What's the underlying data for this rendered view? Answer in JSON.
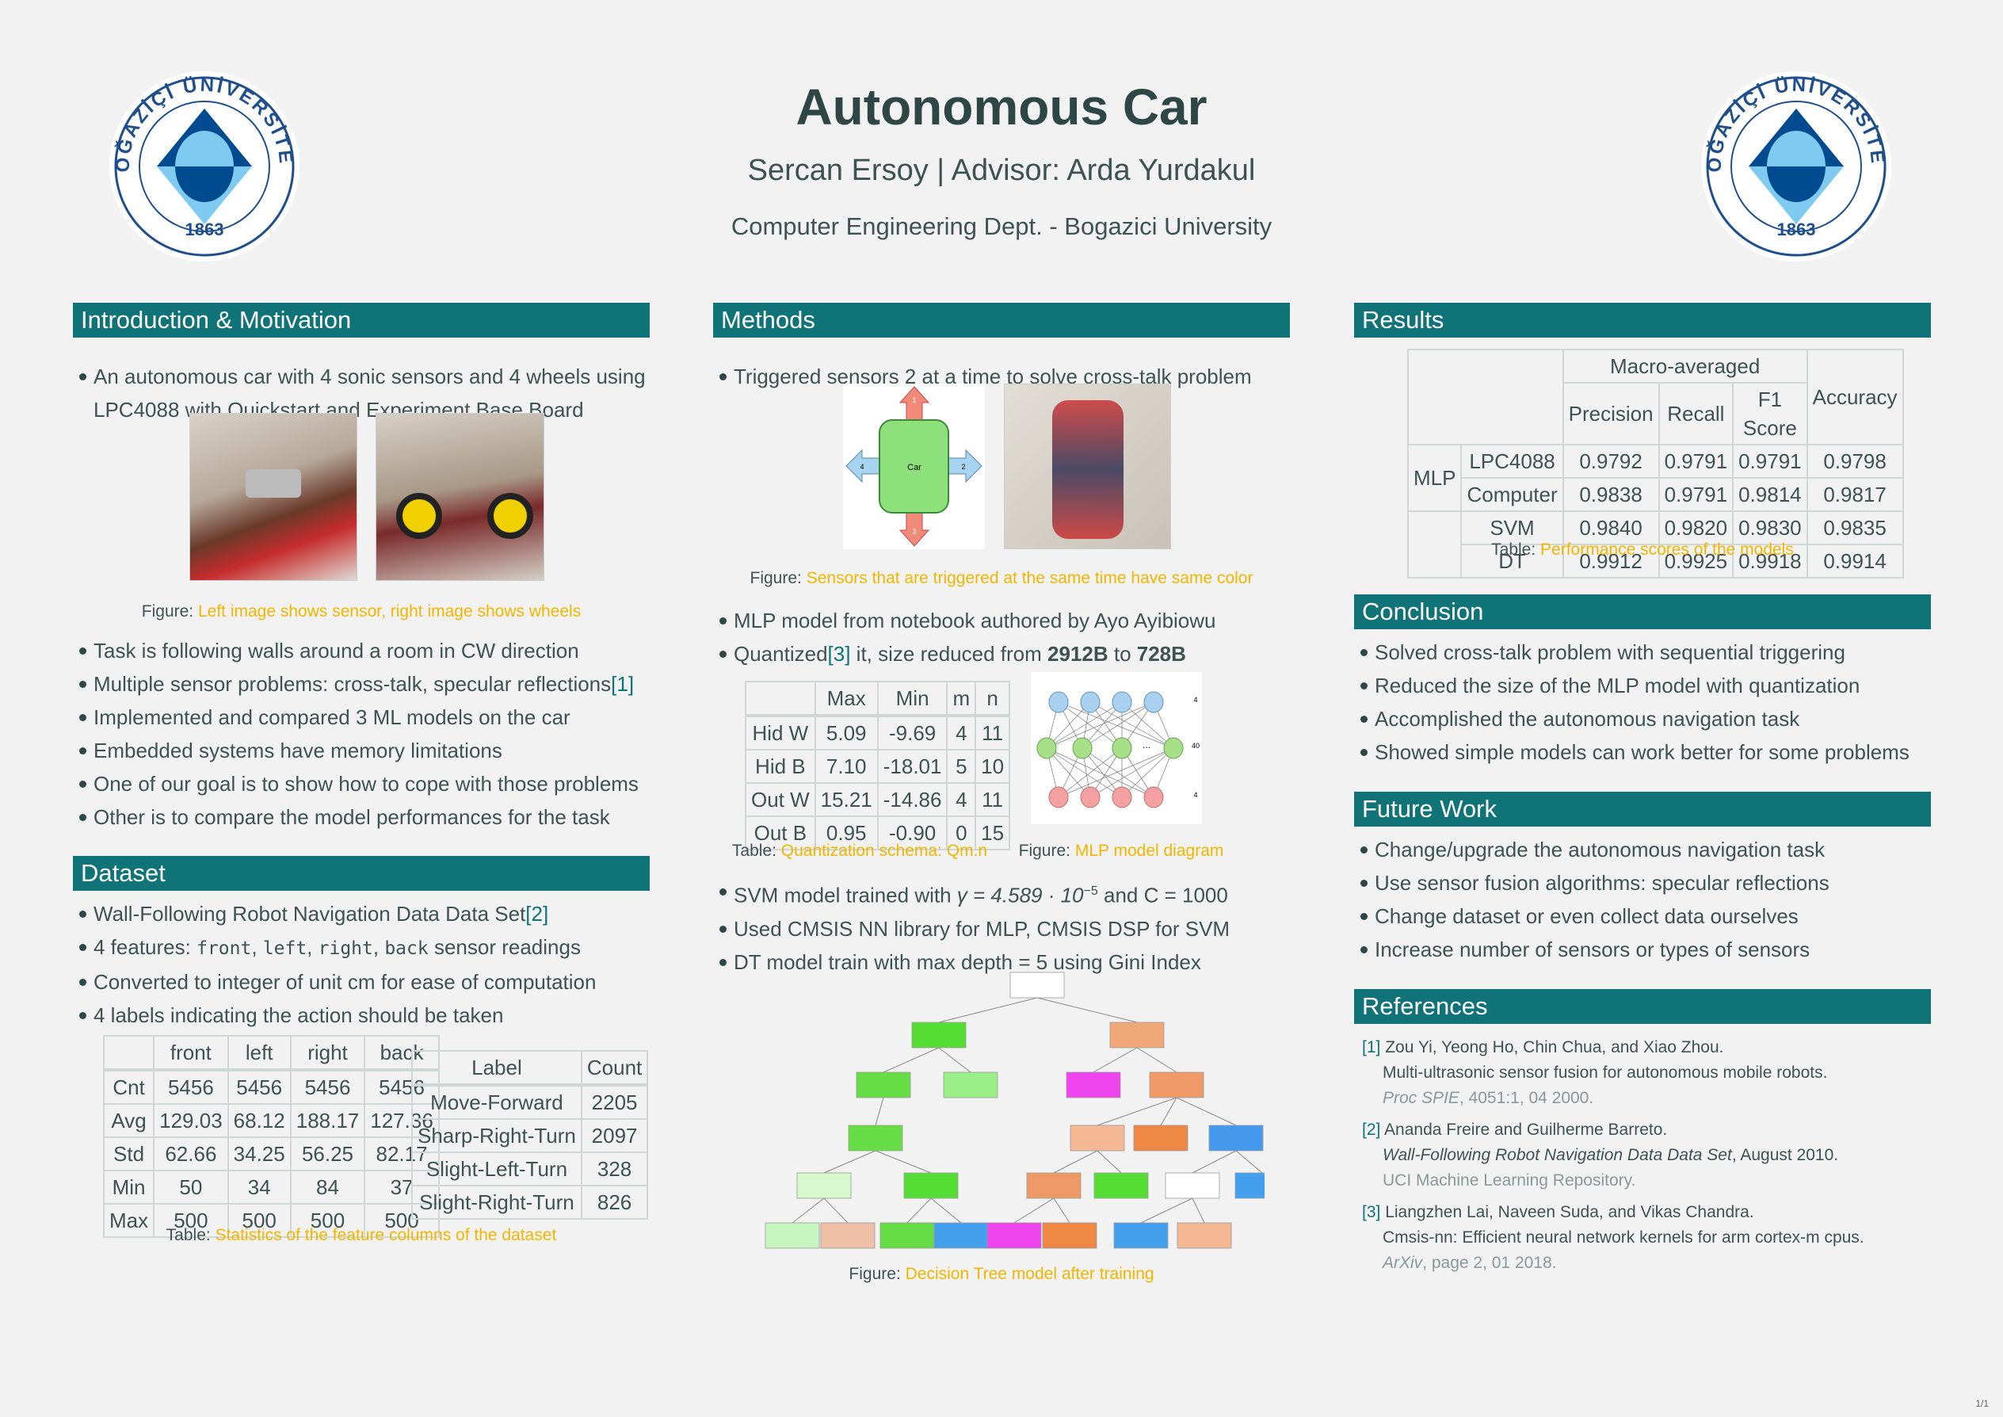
{
  "header": {
    "title": "Autonomous Car",
    "authors": "Sercan Ersoy | Advisor: Arda Yurdakul",
    "dept": "Computer Engineering Dept. - Bogazici University",
    "logo_text": "BOĞAZİÇİ ÜNİVERSİTESİ",
    "logo_year": "1863"
  },
  "intro": {
    "heading": "Introduction & Motivation",
    "b0": "An autonomous car with 4 sonic sensors and 4 wheels using LPC4088 with Quickstart and Experiment Base Board",
    "b1": "Task is following walls around a room in CW direction",
    "b2": "Multiple sensor problems: cross-talk, specular reflections",
    "b2_cite": "[1]",
    "b3": "Implemented and compared 3 ML models on the car",
    "b4": "Embedded systems have memory limitations",
    "b5": "One of our goal is to show how to cope with those problems",
    "b6": "Other is to compare the model performances for the task",
    "caption_prefix": "Figure:",
    "caption": "Left image shows sensor, right image shows wheels"
  },
  "dataset": {
    "heading": "Dataset",
    "b0": "Wall-Following Robot Navigation Data Data Set",
    "b0_cite": "[2]",
    "b1_pre": "4 features: ",
    "f1": "front",
    "f2": "left",
    "f3": "right",
    "f4": "back",
    "sep": ", ",
    "b1_post": " sensor readings",
    "b2": "Converted to integer of unit cm for ease of computation",
    "b3": "4 labels indicating the action should be taken",
    "stats": {
      "headers": [
        "",
        "front",
        "left",
        "right",
        "back"
      ],
      "rows": [
        [
          "Cnt",
          "5456",
          "5456",
          "5456",
          "5456"
        ],
        [
          "Avg",
          "129.03",
          "68.12",
          "188.17",
          "127.36"
        ],
        [
          "Std",
          "62.66",
          "34.25",
          "56.25",
          "82.17"
        ],
        [
          "Min",
          "50",
          "34",
          "84",
          "37"
        ],
        [
          "Max",
          "500",
          "500",
          "500",
          "500"
        ]
      ]
    },
    "labels": {
      "headers": [
        "Label",
        "Count"
      ],
      "rows": [
        [
          "Move-Forward",
          "2205"
        ],
        [
          "Sharp-Right-Turn",
          "2097"
        ],
        [
          "Slight-Left-Turn",
          "328"
        ],
        [
          "Slight-Right-Turn",
          "826"
        ]
      ]
    },
    "caption_prefix": "Table:",
    "caption": "Statistics of the feature columns of the dataset"
  },
  "methods": {
    "heading": "Methods",
    "b0": "Triggered sensors 2 at a time to solve cross-talk problem",
    "car_label": "Car",
    "arrows": [
      "1",
      "2",
      "3",
      "4"
    ],
    "cap1_prefix": "Figure:",
    "cap1": "Sensors that are triggered at the same time have same color",
    "b1": "MLP model from notebook authored by Ayo Ayibiowu",
    "b2_pre": "Quantized",
    "b2_cite": "[3]",
    "b2_mid": " it, size reduced from ",
    "b2_from": "2912B",
    "b2_to_word": " to ",
    "b2_to": "728B",
    "quant": {
      "headers": [
        "",
        "Max",
        "Min",
        "m",
        "n"
      ],
      "rows": [
        [
          "Hid W",
          "5.09",
          "-9.69",
          "4",
          "11"
        ],
        [
          "Hid B",
          "7.10",
          "-18.01",
          "5",
          "10"
        ],
        [
          "Out W",
          "15.21",
          "-14.86",
          "4",
          "11"
        ],
        [
          "Out B",
          "0.95",
          "-0.90",
          "0",
          "15"
        ]
      ]
    },
    "cap2_prefix": "Table:",
    "cap2": "Quantization schema: Qm.n",
    "mlp_layers": [
      "4",
      "40",
      "4"
    ],
    "mlp_ellipsis": "...",
    "cap3_prefix": "Figure:",
    "cap3": "MLP model diagram",
    "b3_pre": "SVM model trained with ",
    "b3_gamma": "γ = 4.589 · 10",
    "b3_exp": "−5",
    "b3_post": " and C = 1000",
    "b4": "Used CMSIS NN library for MLP, CMSIS DSP for SVM",
    "b5": "DT model train with max depth = 5 using Gini Index",
    "cap4_prefix": "Figure:",
    "cap4": "Decision Tree model after training"
  },
  "results": {
    "heading": "Results",
    "group": "Macro-averaged",
    "cols": [
      "Precision",
      "Recall",
      "F1 Score",
      "Accuracy"
    ],
    "mlp": "MLP",
    "rows": [
      {
        "name": "LPC4088",
        "v": [
          "0.9792",
          "0.9791",
          "0.9791",
          "0.9798"
        ]
      },
      {
        "name": "Computer",
        "v": [
          "0.9838",
          "0.9791",
          "0.9814",
          "0.9817"
        ]
      },
      {
        "name": "SVM",
        "v": [
          "0.9840",
          "0.9820",
          "0.9830",
          "0.9835"
        ]
      },
      {
        "name": "DT",
        "v": [
          "0.9912",
          "0.9925",
          "0.9918",
          "0.9914"
        ]
      }
    ],
    "caption_prefix": "Table:",
    "caption": "Performance scores of the models"
  },
  "conclusion": {
    "heading": "Conclusion",
    "b": [
      "Solved cross-talk problem with sequential triggering",
      "Reduced the size of the MLP model with quantization",
      "Accomplished the autonomous navigation task",
      "Showed simple models can work better for some problems"
    ]
  },
  "future": {
    "heading": "Future Work",
    "b": [
      "Change/upgrade the autonomous navigation task",
      "Use sensor fusion algorithms: specular reflections",
      "Change dataset or even collect data ourselves",
      "Increase number of sensors or types of sensors"
    ]
  },
  "references": {
    "heading": "References",
    "items": [
      {
        "num": "[1]",
        "authors": "Zou Yi, Yeong Ho, Chin Chua, and Xiao Zhou.",
        "title": "Multi-ultrasonic sensor fusion for autonomous mobile robots.",
        "venue": "Proc SPIE",
        "rest": ", 4051:1, 04 2000."
      },
      {
        "num": "[2]",
        "authors": "Ananda Freire and Guilherme Barreto.",
        "title": "Wall-Following Robot Navigation Data Data Set",
        "title_rest": ", August 2010.",
        "venue": "UCI Machine Learning Repository."
      },
      {
        "num": "[3]",
        "authors": "Liangzhen Lai, Naveen Suda, and Vikas Chandra.",
        "title": "Cmsis-nn: Efficient neural network kernels for arm cortex-m cpus.",
        "venue": "ArXiv",
        "rest": ", page 2, 01 2018."
      }
    ]
  },
  "page_number": "1/1",
  "colors": {
    "teal": "#0f7378",
    "caption": "#f2b600",
    "text": "#3f5252"
  }
}
